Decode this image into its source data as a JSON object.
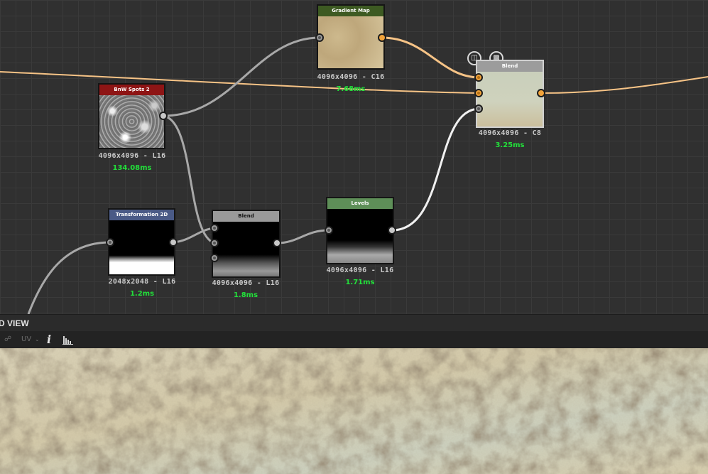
{
  "nodes": {
    "gradient_map": {
      "title": "Gradient Map",
      "resolution": "4096x4096 - C16",
      "time": "7.68ms",
      "color": "#3d5a22"
    },
    "bnw_spots": {
      "title": "BnW Spots 2",
      "resolution": "4096x4096 - L16",
      "time": "134.08ms",
      "color": "#8e1515"
    },
    "blend_main": {
      "title": "Blend",
      "resolution": "4096x4096 - C8",
      "time": "3.25ms",
      "color": "#9c9c9c"
    },
    "transformation": {
      "title": "Transformation 2D",
      "resolution": "2048x2048 - L16",
      "time": "1.2ms",
      "color": "#4a5a86"
    },
    "blend_small": {
      "title": "Blend",
      "resolution": "4096x4096 - L16",
      "time": "1.8ms",
      "color": "#9a9a9a"
    },
    "levels": {
      "title": "Levels",
      "resolution": "4096x4096 - L16",
      "time": "1.71ms",
      "color": "#5e8f58"
    }
  },
  "view_panel": {
    "title": "D VIEW",
    "toolbar": {
      "uv_label": "UV",
      "info_label": "i"
    }
  },
  "colors": {
    "wire_gray": "#a8a8a8",
    "wire_white": "#f0f0f0",
    "wire_orange": "#f6c386",
    "port_orange": "#f2a33a",
    "time_green": "#22e03a"
  }
}
